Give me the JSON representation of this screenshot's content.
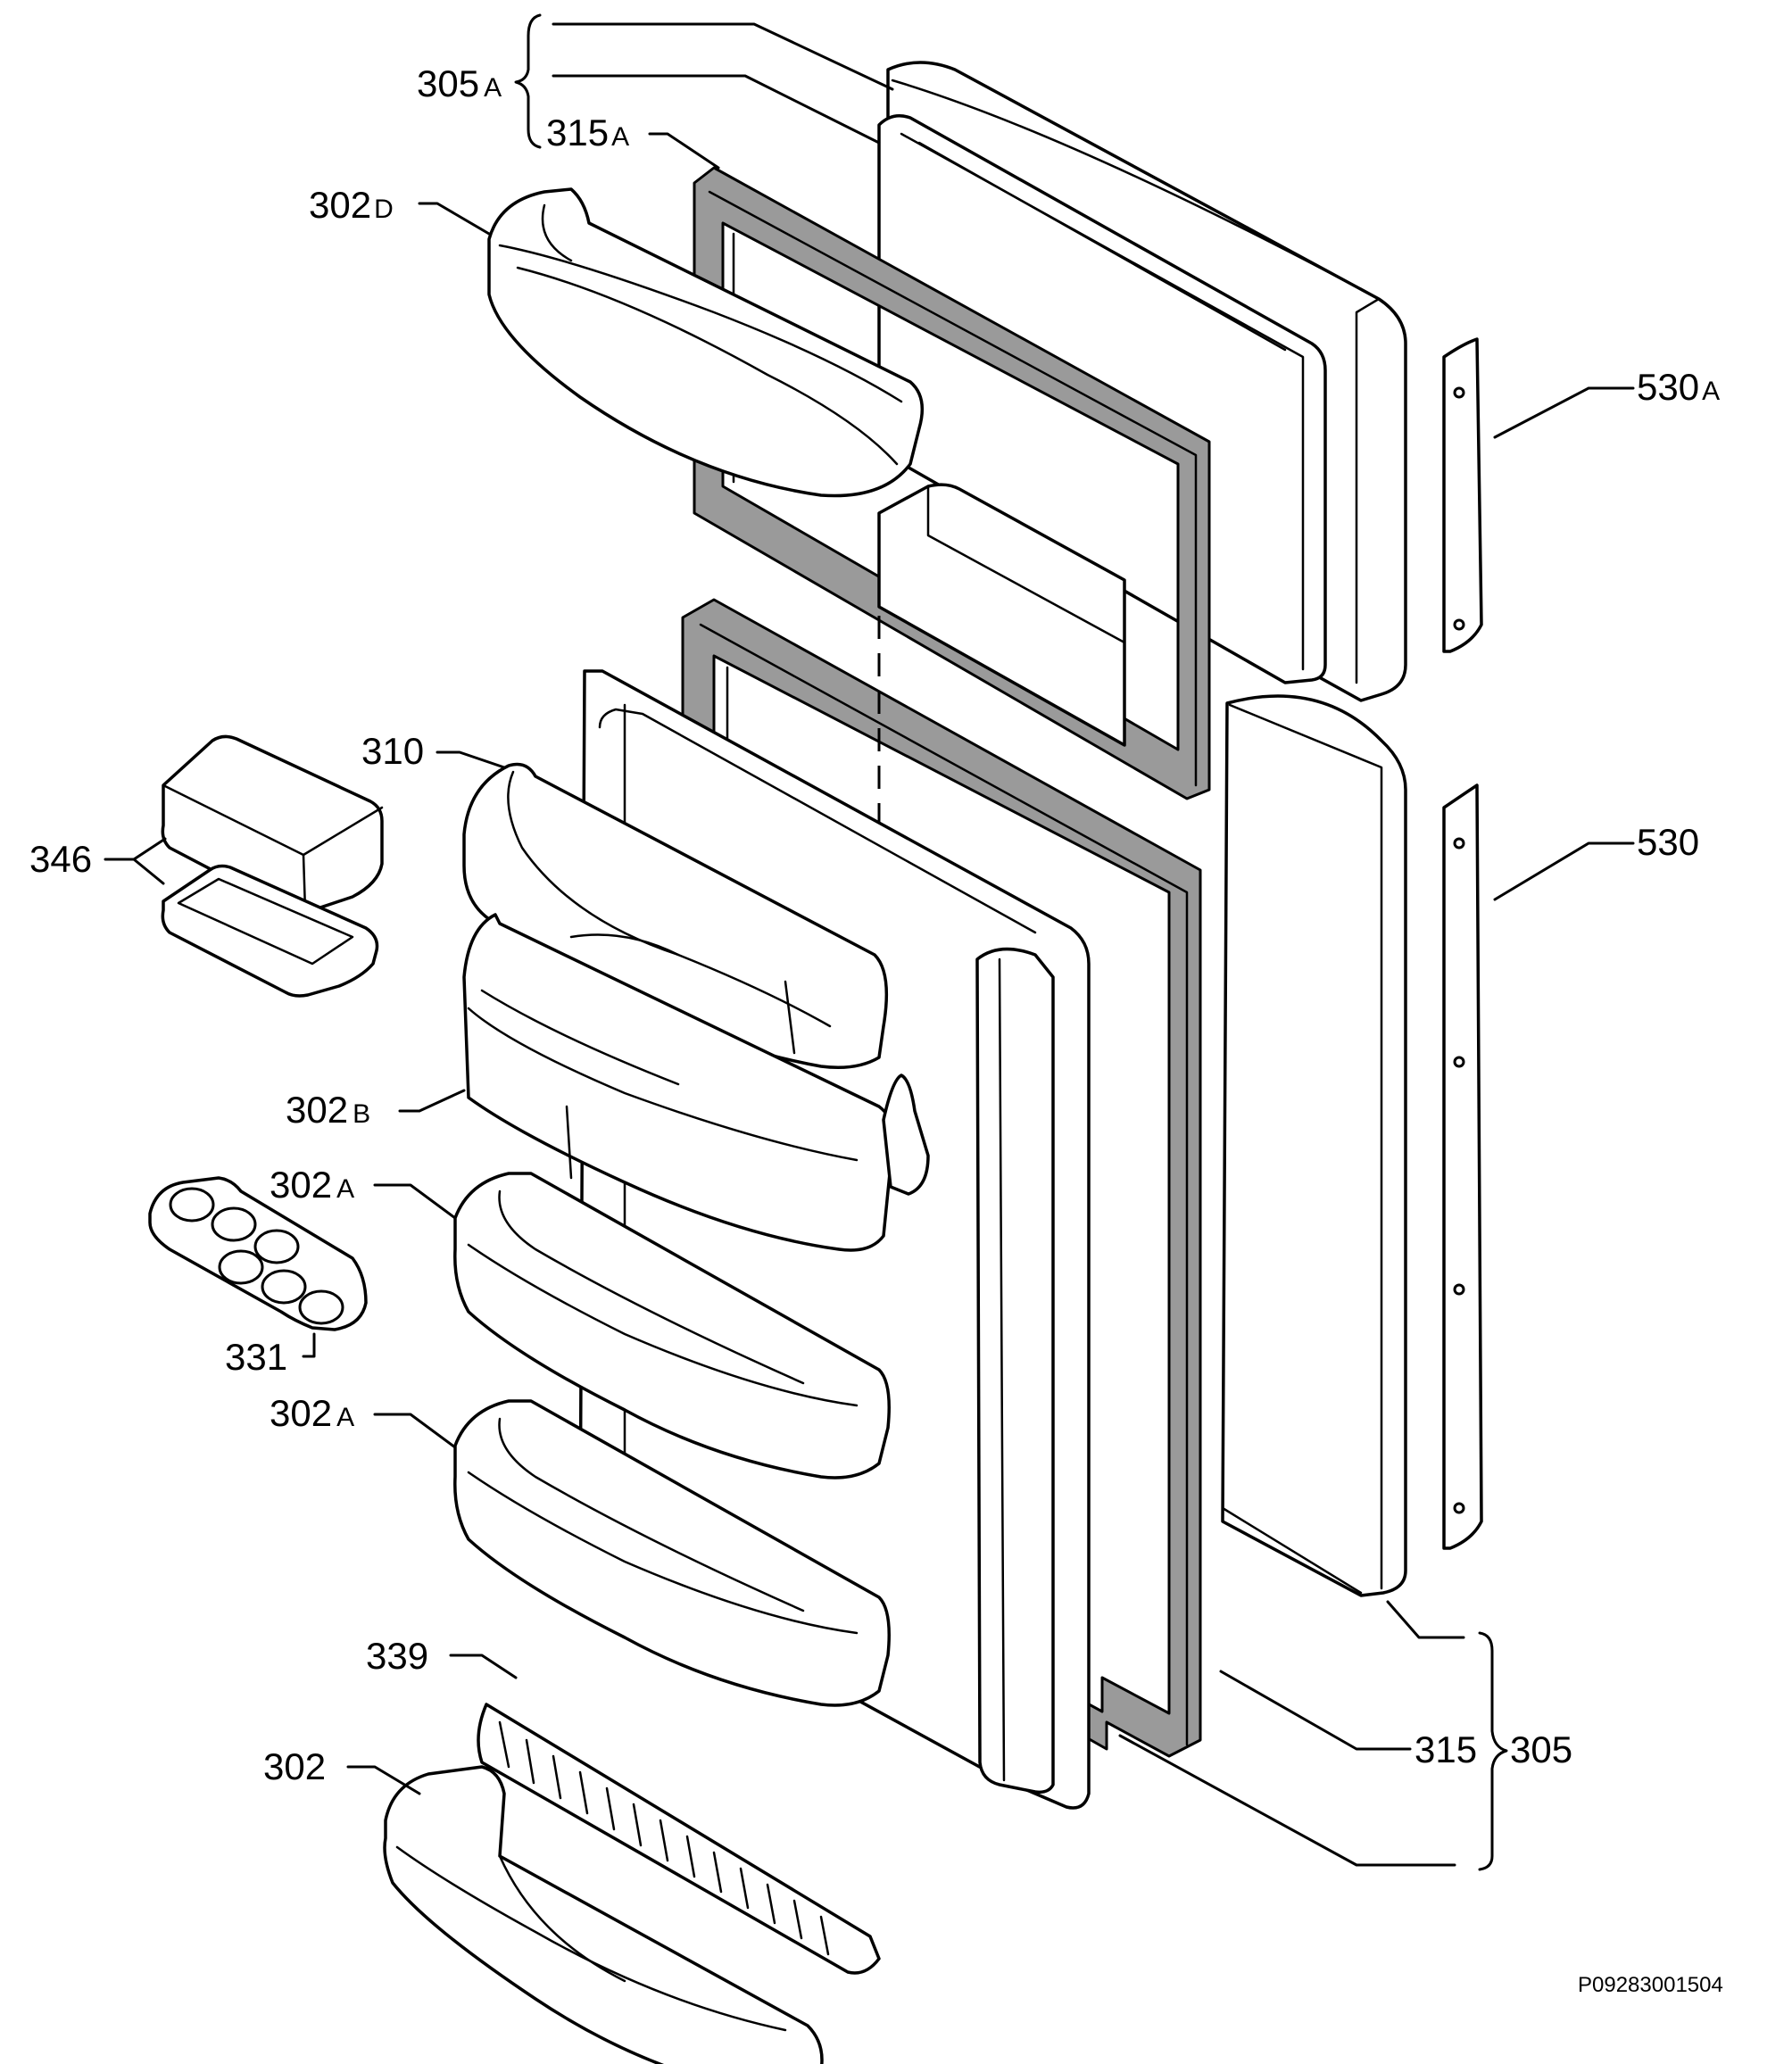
{
  "callouts": {
    "l305a": {
      "num": "305",
      "suffix": "A"
    },
    "l315a": {
      "num": "315",
      "suffix": "A"
    },
    "l302d": {
      "num": "302",
      "suffix": "D"
    },
    "l530a": {
      "num": "530",
      "suffix": "A"
    },
    "l310": {
      "num": "310"
    },
    "l346": {
      "num": "346"
    },
    "l530": {
      "num": "530"
    },
    "l302b": {
      "num": "302",
      "suffix": "B"
    },
    "l302a1": {
      "num": "302",
      "suffix": "A"
    },
    "l331": {
      "num": "331"
    },
    "l302a2": {
      "num": "302",
      "suffix": "A"
    },
    "l339": {
      "num": "339"
    },
    "l315": {
      "num": "315"
    },
    "l305": {
      "num": "305"
    },
    "l302": {
      "num": "302"
    }
  },
  "drawing_code": "P09283001504"
}
